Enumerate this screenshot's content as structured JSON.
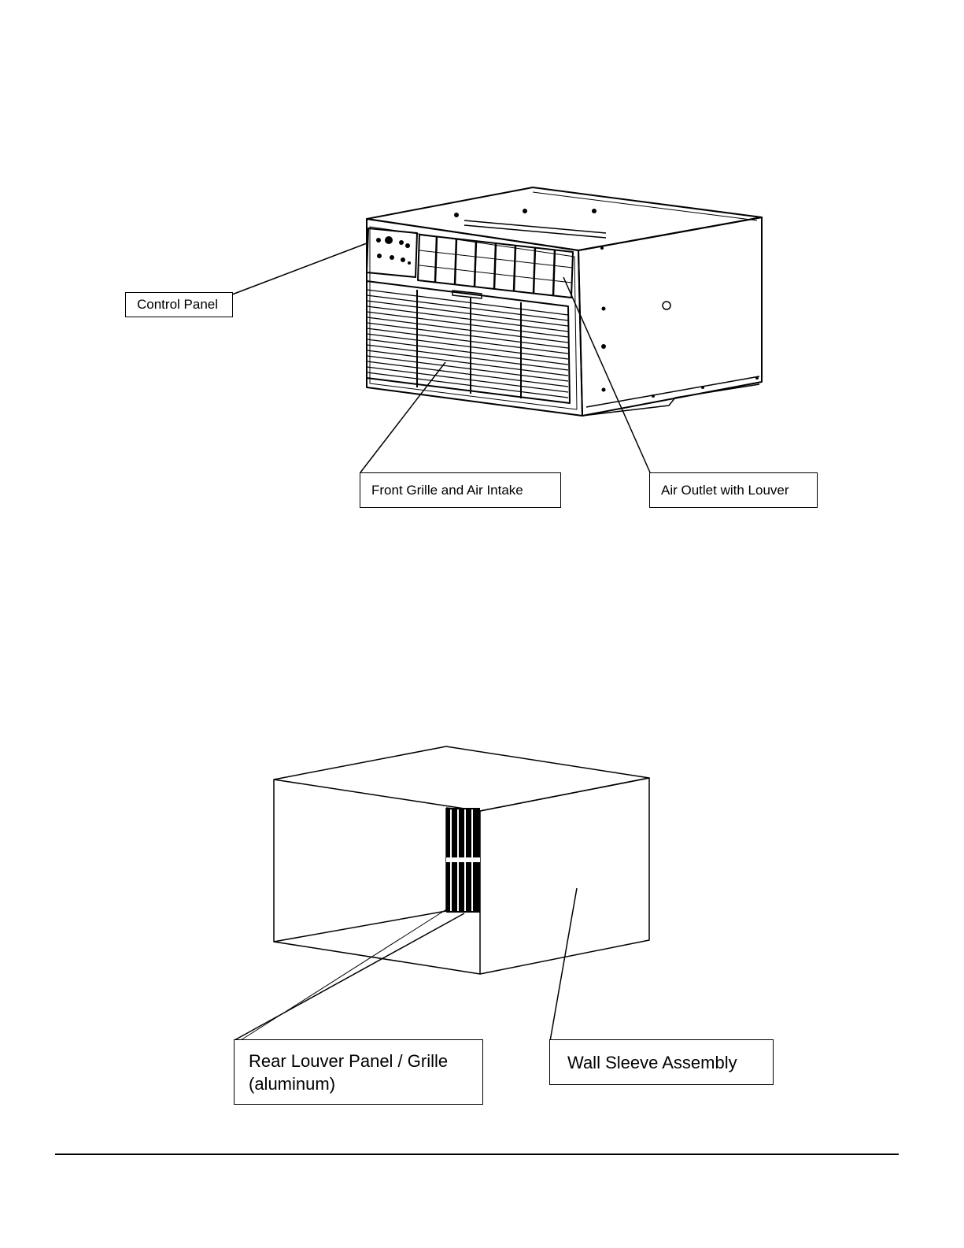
{
  "unit_diagram": {
    "labels": {
      "control_panel": "Control Panel",
      "front_grille": "Front Grille and Air Intake",
      "air_outlet": "Air Outlet with Louver"
    }
  },
  "sleeve_diagram": {
    "labels": {
      "rear_louver_line1": "Rear Louver Panel / Grille",
      "rear_louver_line2": "(aluminum)",
      "wall_sleeve": "Wall Sleeve Assembly"
    }
  }
}
